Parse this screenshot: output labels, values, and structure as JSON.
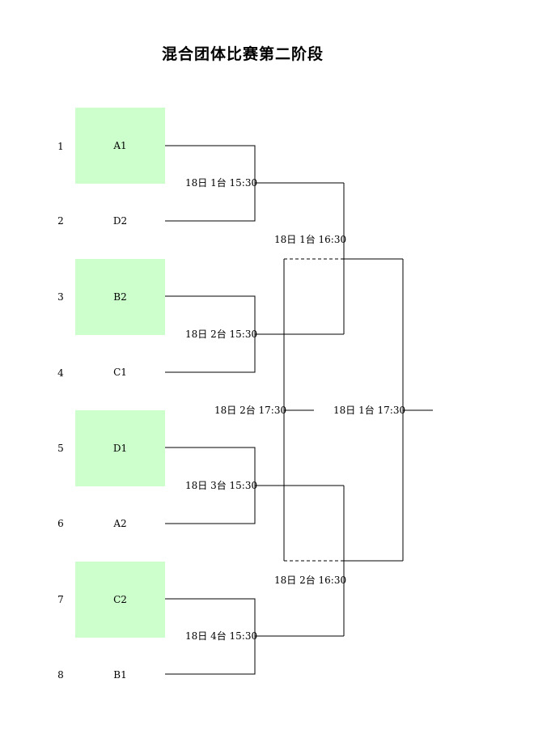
{
  "title": "混合团体比赛第二阶段",
  "seeds": [
    "1",
    "2",
    "3",
    "4",
    "5",
    "6",
    "7",
    "8"
  ],
  "teams": [
    "A1",
    "D2",
    "B2",
    "C1",
    "D1",
    "A2",
    "C2",
    "B1"
  ],
  "highlight_color": "#ccffcc",
  "round1": [
    "18日 1台 15:30",
    "18日 2台 15:30",
    "18日 3台 15:30",
    "18日 4台 15:30"
  ],
  "round2": [
    "18日 1台 16:30",
    "18日 2台 16:30"
  ],
  "third_place": "18日 2台 17:30",
  "final": "18日 1台 17:30"
}
